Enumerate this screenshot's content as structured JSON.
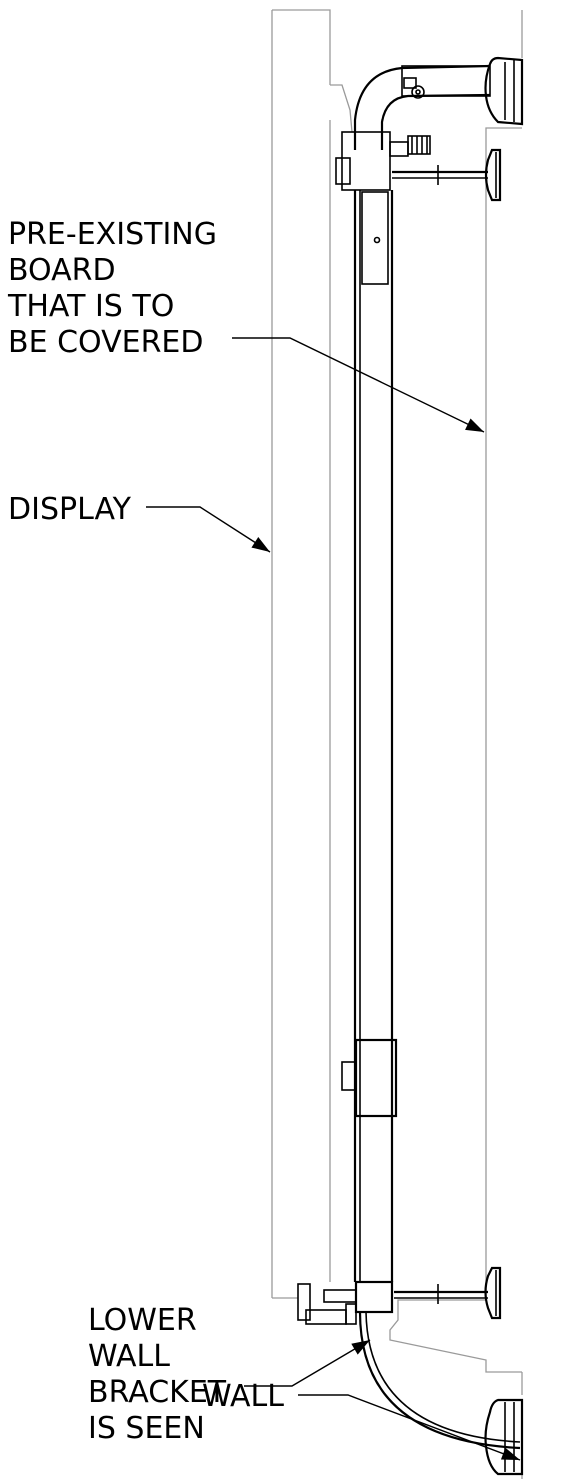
{
  "labels": {
    "board": [
      "PRE-EXISTING",
      "BOARD",
      "THAT IS TO",
      "BE COVERED"
    ],
    "display": "DISPLAY",
    "bracket": [
      "LOWER",
      "WALL",
      "BRACKET",
      "IS SEEN"
    ],
    "wall": "WALL"
  },
  "colors": {
    "line": "#000000",
    "outline": "#9a9a9a",
    "background": "#ffffff"
  }
}
